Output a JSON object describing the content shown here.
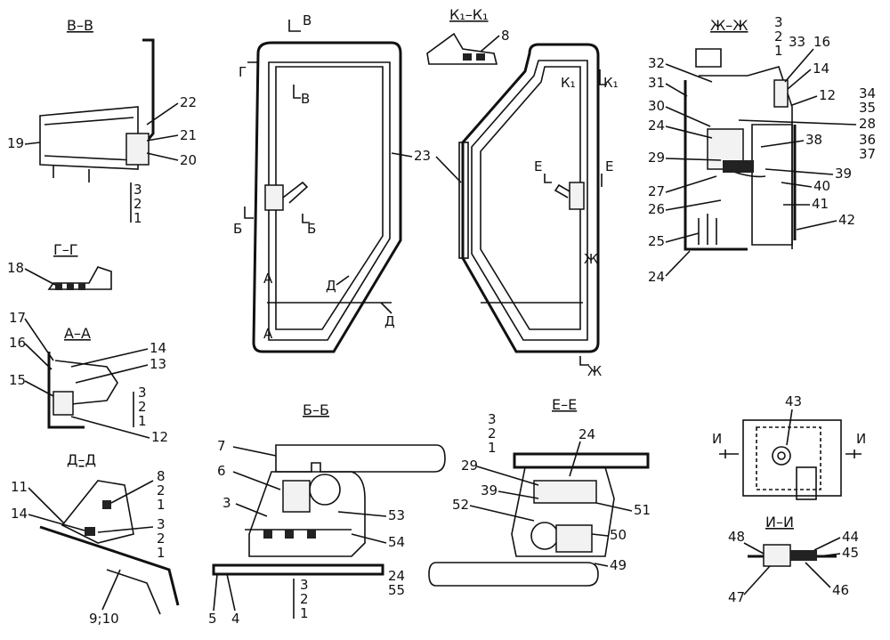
{
  "section_titles": {
    "vv": "В–В",
    "gg": "Г–Г",
    "aa": "А–А",
    "dd": "Д–Д",
    "bb": "Б–Б",
    "kk": "К₁–К₁",
    "zhzh": "Ж–Ж",
    "ee": "Е–Е",
    "ii": "И–И"
  },
  "section_marks": {
    "left_door": [
      "В",
      "Г",
      "В",
      "Б",
      "Б",
      "А",
      "А",
      "Д",
      "Д"
    ],
    "right_door": [
      "К₁",
      "К₁",
      "Е",
      "Е",
      "Ж",
      "Ж"
    ],
    "lock": [
      "И",
      "И"
    ]
  },
  "callouts": {
    "vv": [
      "19",
      "22",
      "21",
      "20",
      "3",
      "2",
      "1"
    ],
    "gg": [
      "18"
    ],
    "aa": [
      "17",
      "16",
      "15",
      "14",
      "13",
      "3",
      "2",
      "1",
      "12"
    ],
    "dd": [
      "11",
      "14",
      "8",
      "2",
      "1",
      "3",
      "2",
      "1",
      "9;10"
    ],
    "center": [
      "23"
    ],
    "kk": [
      "8"
    ],
    "bb": [
      "7",
      "6",
      "3",
      "53",
      "54",
      "24",
      "55",
      "5",
      "4",
      "3",
      "2",
      "1"
    ],
    "ee": [
      "3",
      "2",
      "1",
      "24",
      "29",
      "39",
      "52",
      "51",
      "50",
      "49"
    ],
    "zhzh": [
      "3",
      "2",
      "1",
      "32",
      "33",
      "16",
      "14",
      "31",
      "12",
      "34",
      "35",
      "30",
      "28",
      "24",
      "36",
      "38",
      "37",
      "29",
      "39",
      "40",
      "27",
      "26",
      "41",
      "25",
      "42",
      "24"
    ],
    "lock": [
      "43",
      "48",
      "44",
      "45",
      "47",
      "46"
    ]
  }
}
